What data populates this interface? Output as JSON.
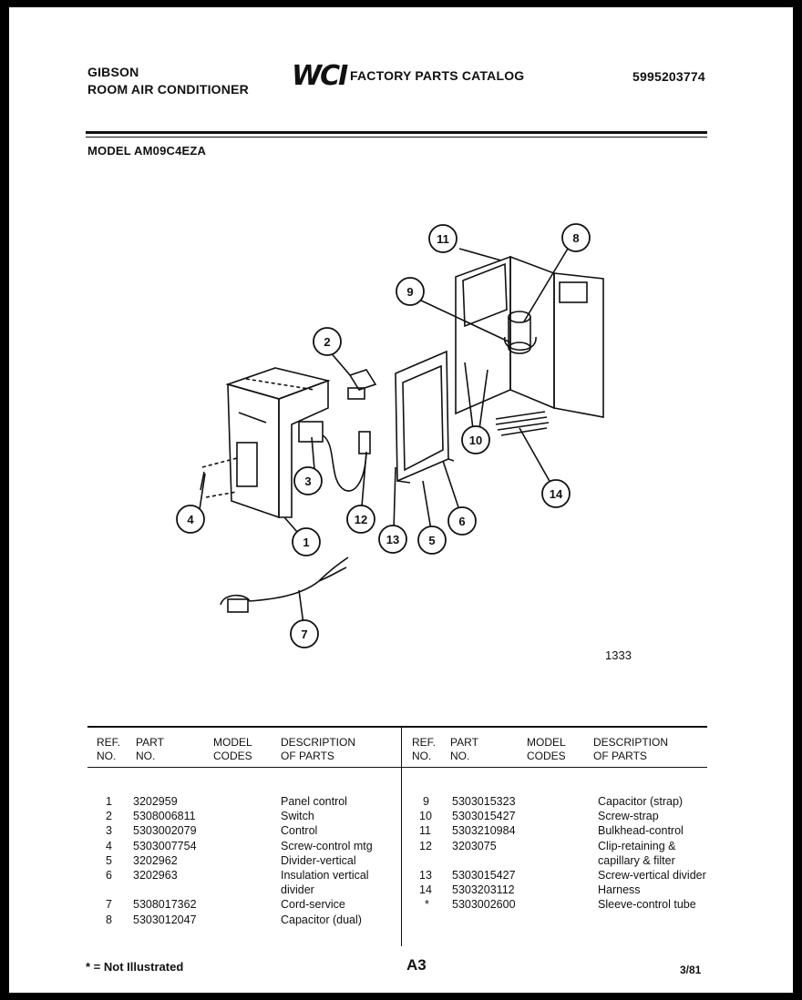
{
  "header": {
    "brand": "GIBSON",
    "product": "ROOM AIR CONDITIONER",
    "logo_text": "WCI",
    "catalog_title": "FACTORY PARTS CATALOG",
    "catalog_number": "5995203774",
    "model_label": "MODEL AM09C4EZA"
  },
  "diagram": {
    "figure_number": "1333",
    "callouts": [
      "1",
      "2",
      "3",
      "4",
      "5",
      "6",
      "7",
      "8",
      "9",
      "10",
      "11",
      "12",
      "13",
      "14"
    ]
  },
  "table": {
    "headers": {
      "ref": [
        "REF.",
        "NO."
      ],
      "part": [
        "PART",
        "NO."
      ],
      "model": [
        "MODEL",
        "CODES"
      ],
      "desc": [
        "DESCRIPTION",
        "OF PARTS"
      ]
    },
    "left_rows": [
      {
        "ref": "1",
        "part": "3202959",
        "model": "",
        "desc": "Panel control"
      },
      {
        "ref": "2",
        "part": "5308006811",
        "model": "",
        "desc": "Switch"
      },
      {
        "ref": "3",
        "part": "5303002079",
        "model": "",
        "desc": "Control"
      },
      {
        "ref": "4",
        "part": "5303007754",
        "model": "",
        "desc": "Screw-control mtg"
      },
      {
        "ref": "5",
        "part": "3202962",
        "model": "",
        "desc": "Divider-vertical"
      },
      {
        "ref": "6",
        "part": "3202963",
        "model": "",
        "desc": "Insulation vertical"
      },
      {
        "ref": "",
        "part": "",
        "model": "",
        "desc": "divider"
      },
      {
        "ref": "7",
        "part": "5308017362",
        "model": "",
        "desc": "Cord-service"
      },
      {
        "ref": "8",
        "part": "5303012047",
        "model": "",
        "desc": "Capacitor (dual)"
      }
    ],
    "right_rows": [
      {
        "ref": "9",
        "part": "5303015323",
        "model": "",
        "desc": "Capacitor (strap)"
      },
      {
        "ref": "10",
        "part": "5303015427",
        "model": "",
        "desc": "Screw-strap"
      },
      {
        "ref": "11",
        "part": "5303210984",
        "model": "",
        "desc": "Bulkhead-control"
      },
      {
        "ref": "12",
        "part": "3203075",
        "model": "",
        "desc": "Clip-retaining &"
      },
      {
        "ref": "",
        "part": "",
        "model": "",
        "desc": "capillary & filter"
      },
      {
        "ref": "13",
        "part": "5303015427",
        "model": "",
        "desc": "Screw-vertical divider"
      },
      {
        "ref": "14",
        "part": "5303203112",
        "model": "",
        "desc": "Harness"
      },
      {
        "ref": "*",
        "part": "5303002600",
        "model": "",
        "desc": "Sleeve-control tube"
      }
    ]
  },
  "footer": {
    "note": "* = Not Illustrated",
    "page": "A3",
    "date": "3/81"
  }
}
